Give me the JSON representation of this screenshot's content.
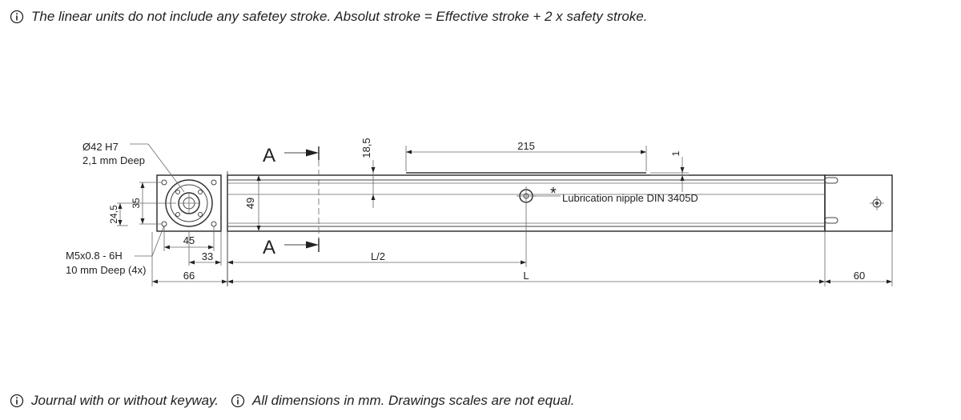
{
  "notes": {
    "top": "The linear units do not include any safetey stroke. Absolut stroke = Effective stroke + 2 x safety stroke.",
    "journal": "Journal with or without keyway.",
    "dimensions": "All dimensions in mm. Drawings scales are not equal."
  },
  "icons": {
    "info": "info-circle-icon"
  },
  "drawing": {
    "bore_label": "Ø42 H7",
    "bore_depth_label": "2,1 mm Deep",
    "thread_label": "M5x0.8 - 6H",
    "thread_depth_label": "10 mm Deep (4x)",
    "lubrication_label": "Lubrication nipple DIN 3405D",
    "asterisk": "*",
    "section_marker": "A",
    "dims": {
      "d215": "215",
      "d18_5": "18,5",
      "d1": "1",
      "d49": "49",
      "d35": "35",
      "d24_5": "24,5",
      "d45": "45",
      "d33": "33",
      "d66": "66",
      "d60": "60",
      "half_length": "L/2",
      "length": "L"
    }
  }
}
